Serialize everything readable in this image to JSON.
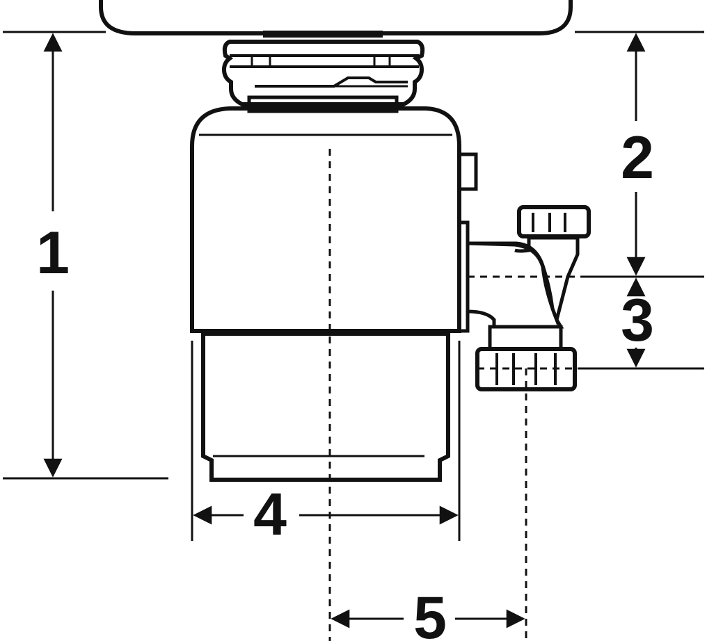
{
  "diagram": {
    "labels": {
      "d1": "1",
      "d2": "2",
      "d3": "3",
      "d4": "4",
      "d5": "5"
    },
    "colors": {
      "body_fill": "#c4c4c4",
      "outline": "#111111",
      "background": "#ffffff"
    }
  }
}
